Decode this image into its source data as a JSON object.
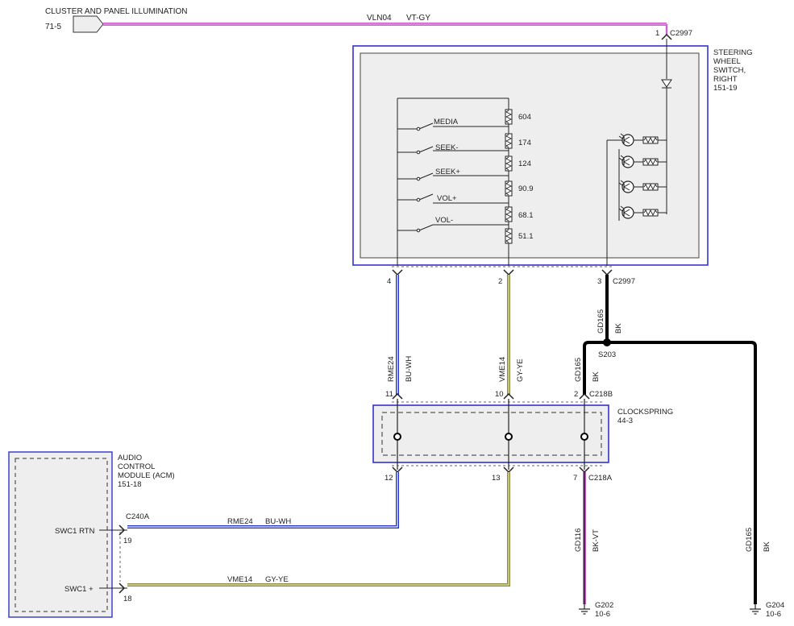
{
  "source": {
    "title": "CLUSTER AND PANEL ILLUMINATION",
    "ref": "71-5",
    "wire": "VLN04",
    "color": "VT-GY"
  },
  "steering_switch": {
    "name_lines": [
      "STEERING",
      "WHEEL",
      "SWITCH,",
      "RIGHT",
      "151-19"
    ],
    "top_pin": "1",
    "connector": "C2997",
    "switches": [
      {
        "label": "MEDIA",
        "resistance": "604"
      },
      {
        "label": "SEEK-",
        "resistance": "174"
      },
      {
        "label": "SEEK+",
        "resistance": "124"
      },
      {
        "label": "VOL+",
        "resistance": "90.9"
      },
      {
        "label": "VOL-",
        "resistance": "68.1"
      }
    ],
    "extra_resistance": "51.1",
    "out_pins": [
      "4",
      "2",
      "3"
    ],
    "out_connector": "C2997"
  },
  "wires": {
    "rme24": {
      "circuit": "RME24",
      "color": "BU-WH"
    },
    "vme14": {
      "circuit": "VME14",
      "color": "GY-YE"
    },
    "gd165": {
      "circuit": "GD165",
      "color": "BK"
    },
    "gd116": {
      "circuit": "GD116",
      "color": "BK-VT"
    }
  },
  "splice": "S203",
  "clockspring": {
    "name": "CLOCKSPRING",
    "ref": "44-3",
    "top_pins": [
      "11",
      "10",
      "2"
    ],
    "top_connector": "C218B",
    "bottom_pins": [
      "12",
      "13",
      "7"
    ],
    "bottom_connector": "C218A"
  },
  "acm": {
    "name_lines": [
      "AUDIO",
      "CONTROL",
      "MODULE (ACM)",
      "151-18"
    ],
    "connector": "C240A",
    "pins": [
      {
        "label": "SWC1 RTN",
        "number": "19"
      },
      {
        "label": "SWC1 +",
        "number": "18"
      }
    ]
  },
  "grounds": [
    {
      "name": "G202",
      "ref": "10-6"
    },
    {
      "name": "G204",
      "ref": "10-6"
    }
  ],
  "colors": {
    "violet": "#cc66cc",
    "blue": "#2233cc",
    "gray_yellow": "#8c8c4a",
    "black": "#000000",
    "component_border": "#3333cc",
    "component_fill": "#eeeeee"
  }
}
